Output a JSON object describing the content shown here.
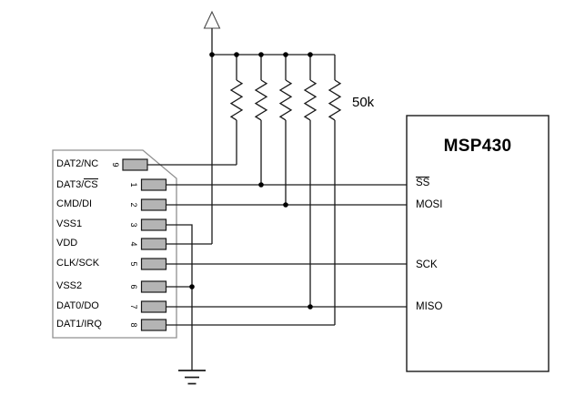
{
  "colors": {
    "wire": "#1a1a1a",
    "pad_fill": "#b4b4b4",
    "card_outline": "#909090",
    "background": "#ffffff"
  },
  "annotations": {
    "resistor_value": "50k"
  },
  "sd_card": {
    "pins": [
      {
        "name": "DAT2/NC",
        "number": "9"
      },
      {
        "name_prefix": "DAT3/",
        "name_overline": "CS",
        "number": "1"
      },
      {
        "name": "CMD/DI",
        "number": "2"
      },
      {
        "name": "VSS1",
        "number": "3"
      },
      {
        "name": "VDD",
        "number": "4"
      },
      {
        "name": "CLK/SCK",
        "number": "5"
      },
      {
        "name": "VSS2",
        "number": "6"
      },
      {
        "name": "DAT0/DO",
        "number": "7"
      },
      {
        "name": "DAT1/IRQ",
        "number": "8"
      }
    ]
  },
  "mcu": {
    "title": "MSP430",
    "pins": [
      {
        "name_overline": "SS"
      },
      {
        "name": "MOSI"
      },
      {
        "name": "SCK"
      },
      {
        "name": "MISO"
      }
    ]
  }
}
